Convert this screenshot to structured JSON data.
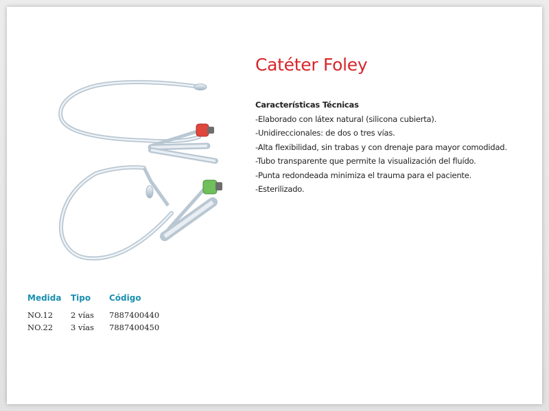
{
  "product": {
    "title": "Catéter Foley",
    "image_description_icon": "foley-catheter-illustration"
  },
  "specs": {
    "heading": "Características Técnicas",
    "items": [
      "-Elaborado con látex natural (silicona cubierta).",
      "-Unidireccionales: de dos o tres vías.",
      "-Alta flexibilidad, sin trabas y con drenaje para mayor comodidad.",
      "-Tubo transparente que permite la visualización del fluído.",
      "-Punta redondeada minimiza el trauma para el paciente.",
      "-Esterilizado."
    ]
  },
  "sizes": {
    "headers": [
      "Medida",
      "Tipo",
      "Código"
    ],
    "rows": [
      [
        "NO.12",
        "2 vías",
        "7887400440"
      ],
      [
        "NO.22",
        "3 vías",
        "7887400450"
      ]
    ]
  },
  "colors": {
    "title": "#d7262b",
    "table_header": "#1a8fb0",
    "text": "#222222",
    "connector_red": "#e0463c",
    "connector_green": "#6fbf5a"
  }
}
